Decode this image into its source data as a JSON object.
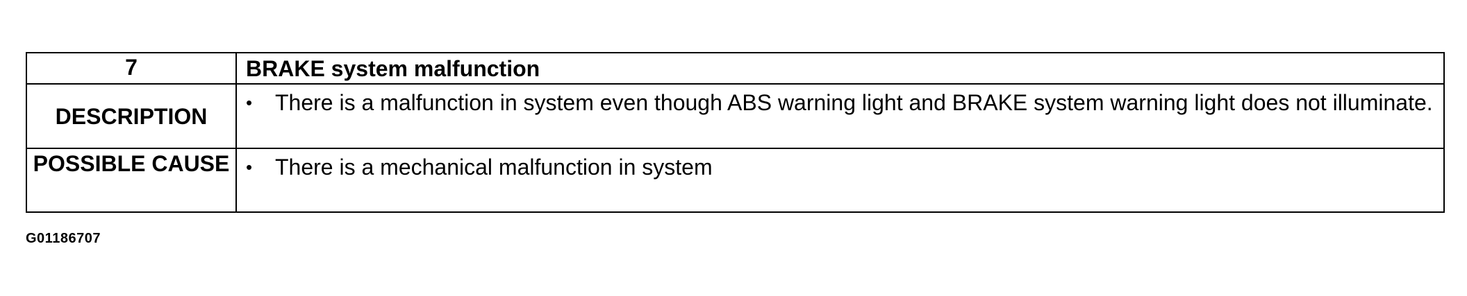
{
  "table": {
    "code": "7",
    "title": "BRAKE system malfunction",
    "rows": [
      {
        "label": "DESCRIPTION",
        "bullet": "•",
        "text": "There is a malfunction in system even though ABS warning light and BRAKE system warning light does not illuminate."
      },
      {
        "label": "POSSIBLE CAUSE",
        "bullet": "•",
        "text": "There is a mechanical malfunction in system"
      }
    ]
  },
  "figure_id": "G01186707"
}
